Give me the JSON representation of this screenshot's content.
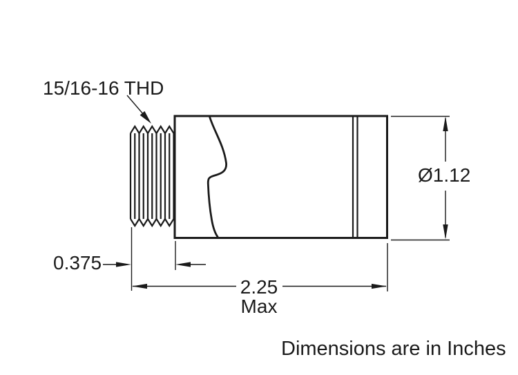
{
  "labels": {
    "thread_callout": "15/16-16 THD",
    "thread_length": "0.375",
    "overall_length": "2.25",
    "overall_length_qualifier": "Max",
    "diameter": "Ø1.12",
    "units_note": "Dimensions are in Inches"
  },
  "colors": {
    "background": "#ffffff",
    "line": "#1a1a1a",
    "text": "#1a1a1a"
  }
}
